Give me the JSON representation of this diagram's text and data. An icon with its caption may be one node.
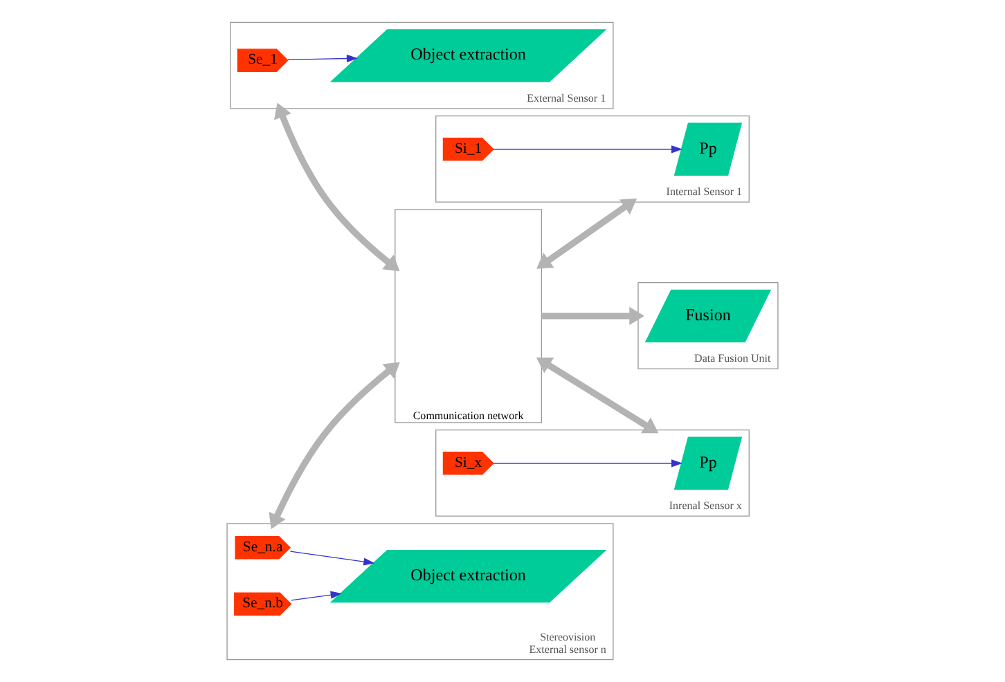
{
  "diagram": {
    "nodes": [
      {
        "text": [
          "External Sensor 1"
        ]
      },
      {
        "text": [
          "Se_1"
        ],
        "in": 0
      },
      {
        "text": [
          "Object extraction"
        ],
        "in": 0
      },
      {
        "text": [
          "Stereovision",
          "External sensor n"
        ]
      },
      {
        "text": [
          "Se_n.a"
        ],
        "in": 3
      },
      {
        "text": [
          "Se_n.b"
        ],
        "in": 3
      },
      {
        "text": [
          "Object extraction"
        ],
        "in": 3
      },
      {
        "text": [
          "Communication network"
        ]
      },
      {
        "text": [
          "Internal Sensor 1"
        ]
      },
      {
        "text": [
          "Pp"
        ],
        "in": 8
      },
      {
        "text": [
          "Si_1"
        ],
        "in": 8
      },
      {
        "text": [
          "Inrenal Sensor x"
        ]
      },
      {
        "text": [
          "Pp"
        ],
        "in": 11
      },
      {
        "text": [
          "Si_x"
        ],
        "in": 11
      },
      {
        "text": [
          "Data Fusion Unit"
        ]
      },
      {
        "text": [
          "Fusion"
        ],
        "in": 14
      }
    ],
    "edges": [
      {
        "from": 1,
        "to": 2,
        "arrow": "to"
      },
      {
        "from": 4,
        "to": 6,
        "arrow": "to"
      },
      {
        "from": 5,
        "to": 6,
        "arrow": "to"
      },
      {
        "from": 10,
        "to": 9,
        "arrow": "to"
      },
      {
        "from": 13,
        "to": 12,
        "arrow": "to"
      },
      {
        "from": 0,
        "to": 7,
        "arrow": "both",
        "style": "thick",
        "color": "#b3b3b3"
      },
      {
        "from": 3,
        "to": 7,
        "arrow": "both",
        "style": "thick",
        "color": "#b3b3b3"
      },
      {
        "from": 7,
        "to": 8,
        "arrow": "both",
        "style": "thick",
        "color": "#b3b3b3"
      },
      {
        "from": 7,
        "to": 11,
        "arrow": "both",
        "style": "thick",
        "color": "#b3b3b3"
      },
      {
        "from": 7,
        "to": 14,
        "arrow": "to",
        "style": "thick",
        "color": "#b3b3b3"
      }
    ]
  }
}
